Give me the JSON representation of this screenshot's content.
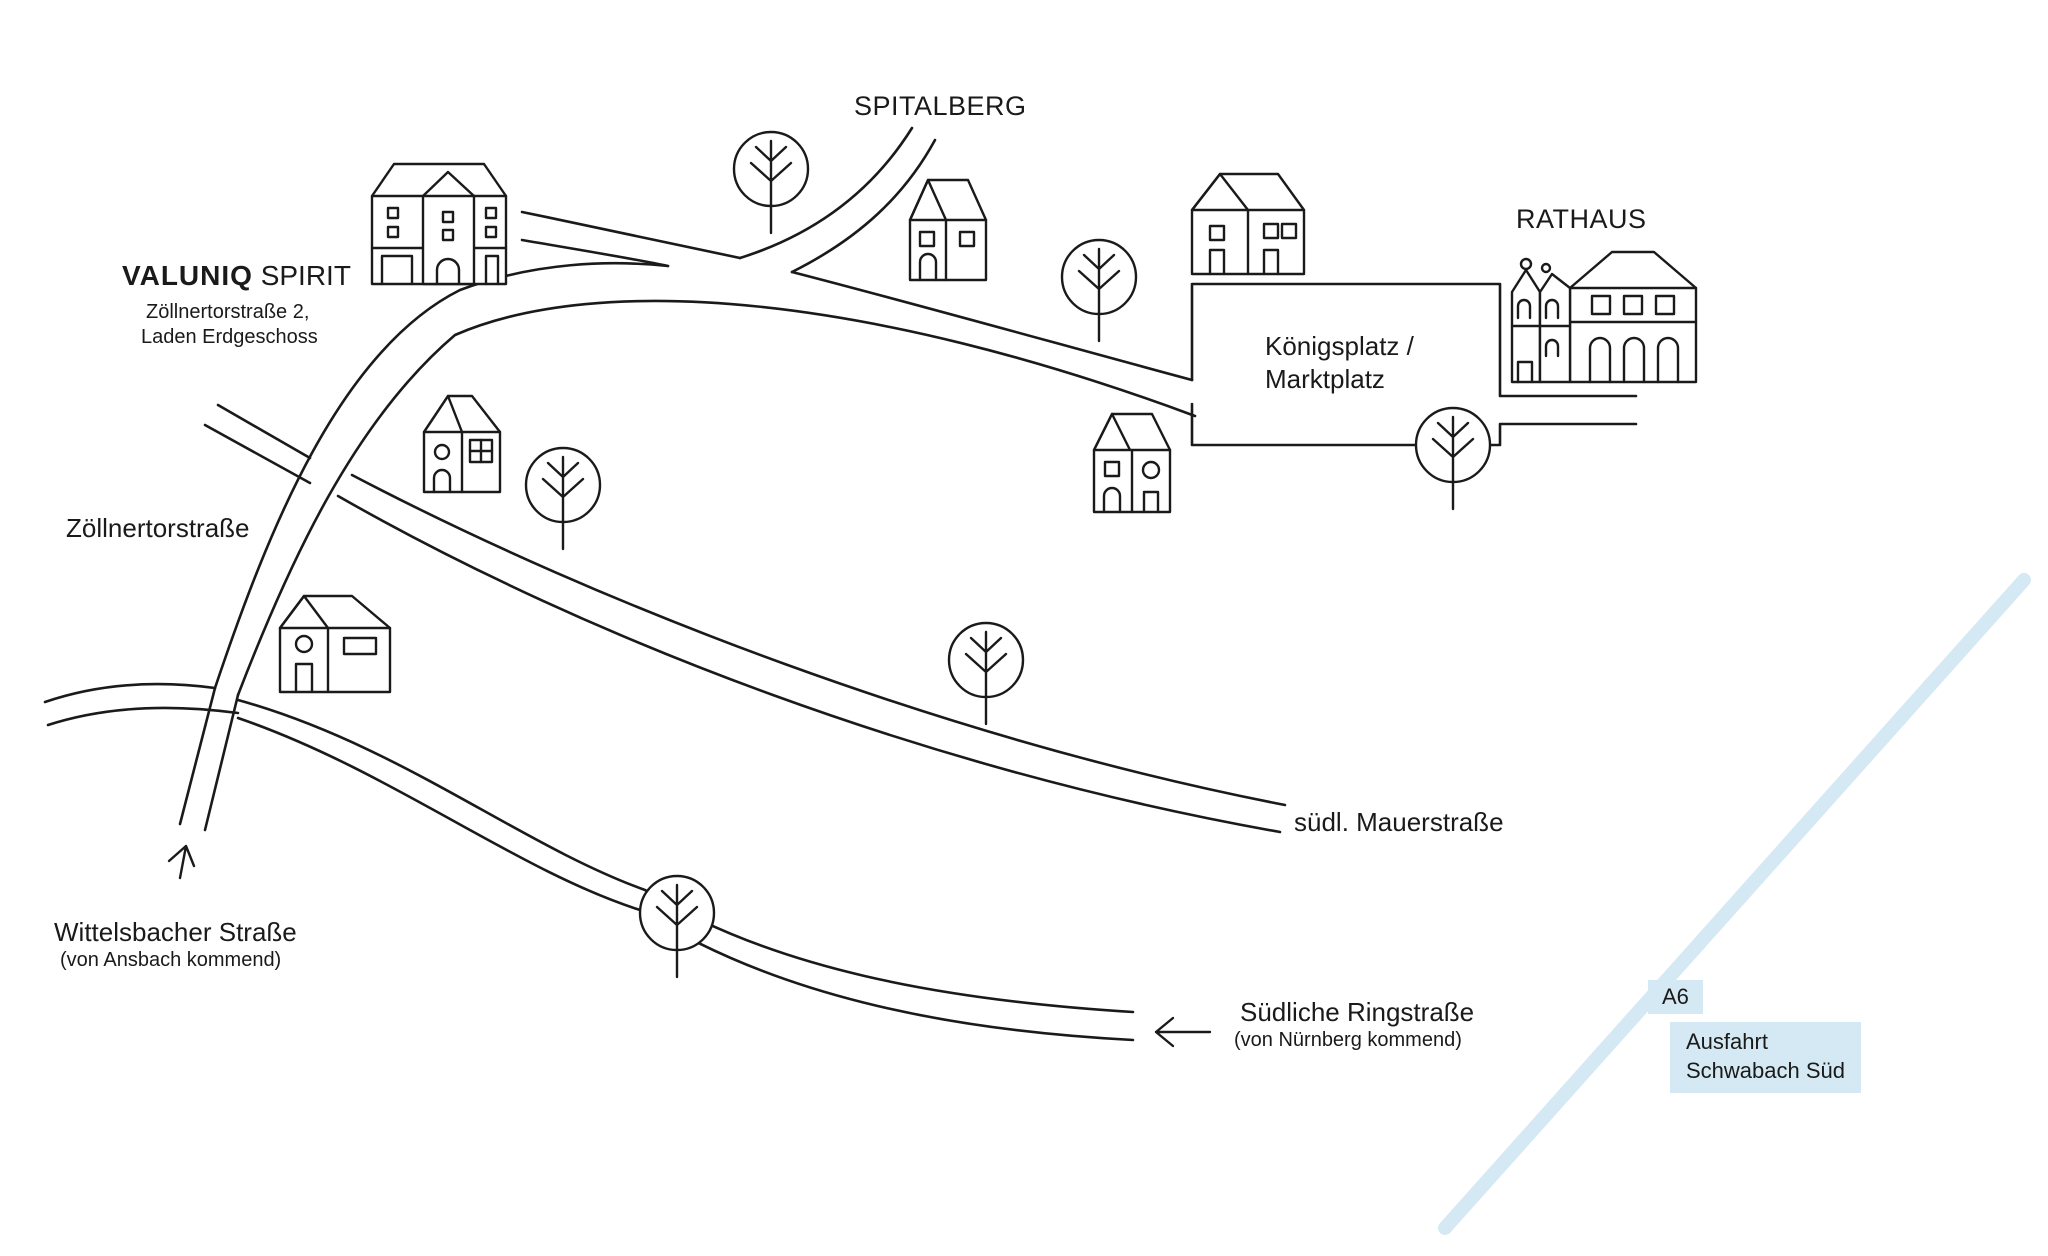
{
  "map": {
    "colors": {
      "ink": "#1a1a1a",
      "highway": "#d4e9f3",
      "badge": "#d4e9f3",
      "background": "#ffffff"
    },
    "location": {
      "brand_bold": "VALUNIQ",
      "brand_rest": "SPIRIT",
      "address_line1": "Zöllnertorstraße 2,",
      "address_line2": "Laden Erdgeschoss"
    },
    "labels": {
      "spitalberg": "SPITALBERG",
      "rathaus": "RATHAUS",
      "koenigsplatz_line1": "Königsplatz /",
      "koenigsplatz_line2": "Marktplatz",
      "zoellnertorstrasse": "Zöllnertorstraße",
      "mauerstrasse": "südl. Mauerstraße",
      "wittelsbacher": "Wittelsbacher Straße",
      "wittelsbacher_note": "(von Ansbach kommend)",
      "ringstrasse": "Südliche Ringstraße",
      "ringstrasse_note": "(von Nürnberg kommend)"
    },
    "highway": {
      "name": "A6",
      "exit_line1": "Ausfahrt",
      "exit_line2": "Schwabach Süd"
    },
    "icons": [
      "house-icon",
      "tree-icon",
      "town-hall-icon",
      "direction-arrow-icon"
    ]
  }
}
